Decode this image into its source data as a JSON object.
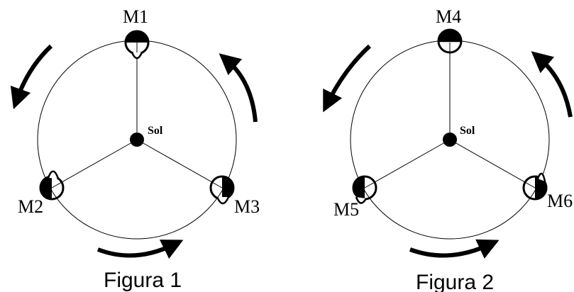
{
  "figures": [
    {
      "caption": "Figura 1",
      "center_label": "Sol",
      "moons": [
        {
          "label": "M1",
          "dark_side": "top"
        },
        {
          "label": "M2",
          "dark_side": "left"
        },
        {
          "label": "M3",
          "dark_side": "right"
        }
      ]
    },
    {
      "caption": "Figura 2",
      "center_label": "Sol",
      "moons": [
        {
          "label": "M4",
          "dark_side": "top"
        },
        {
          "label": "M5",
          "dark_side": "left"
        },
        {
          "label": "M6",
          "dark_side": "right"
        }
      ]
    }
  ],
  "colors": {
    "ink": "#000000",
    "background": "#ffffff"
  }
}
